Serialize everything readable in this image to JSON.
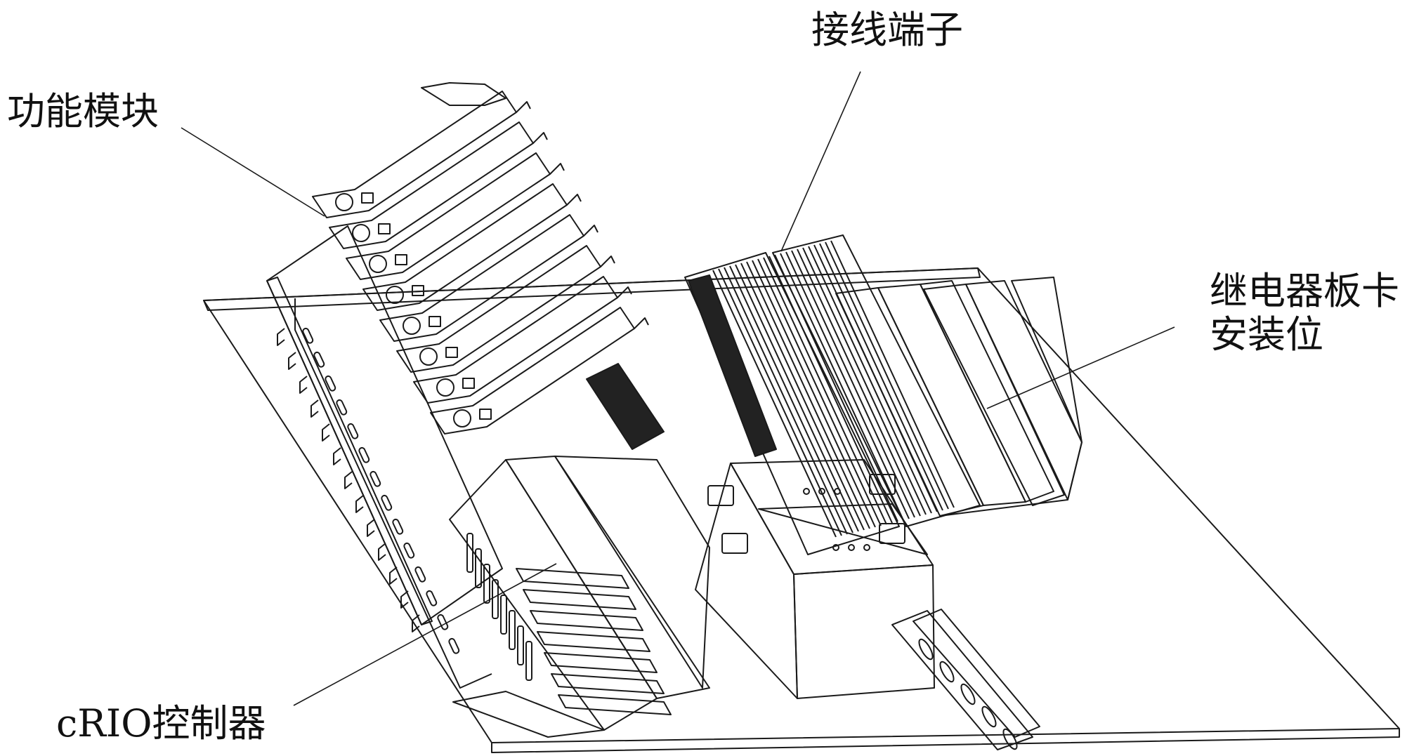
{
  "callouts": {
    "function_modules": "功能模块",
    "wiring_terminals": "接线端子",
    "relay_board_line1": "继电器板卡",
    "relay_board_line2": "安装位",
    "crio_controller": "cRIO控制器"
  },
  "colors": {
    "line": "#1a1a1a",
    "background": "#ffffff",
    "dark_fill": "#222222"
  }
}
